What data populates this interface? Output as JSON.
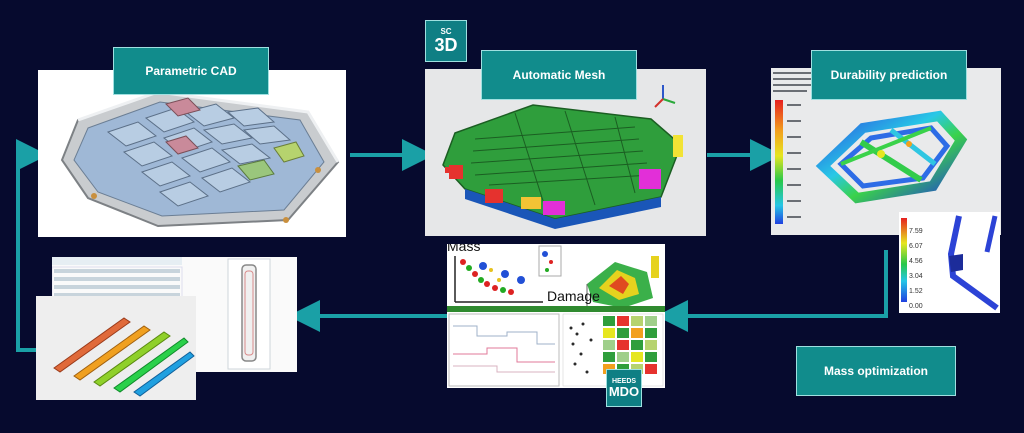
{
  "stages": {
    "cad_label": "Parametric CAD",
    "mesh_label": "Automatic Mesh",
    "durability_label": "Durability prediction",
    "mass_label": "Mass optimization"
  },
  "logos": {
    "sc3d_top": "SC",
    "sc3d_bottom": "3D",
    "heeds_top": "HEEDS",
    "heeds_bottom": "MDO"
  },
  "pareto": {
    "y_label": "Mass",
    "x_label": "Damage"
  },
  "colorbar_small": {
    "ticks": [
      "7.59",
      "6.07",
      "4.56",
      "3.04",
      "1.52",
      "0.00"
    ]
  },
  "colors": {
    "background": "#060a2e",
    "accent": "#118c8c",
    "arrow": "#1aa0a6"
  }
}
